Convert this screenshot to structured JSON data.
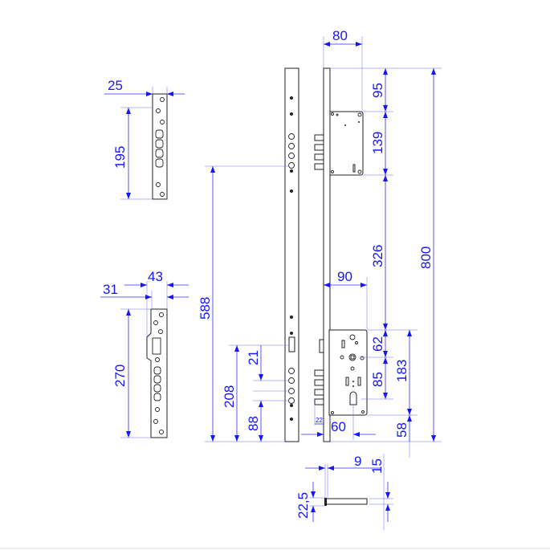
{
  "drawing": {
    "title": "Multipoint mortise lock technical drawing",
    "dimension_color": "#1515ff",
    "upper_strike": {
      "width": "25",
      "height": "195"
    },
    "lower_strike": {
      "offset": "31",
      "width": "43",
      "height": "270"
    },
    "rod": {
      "height_to_hole": "588",
      "lower_height": "208",
      "slot": "21",
      "lower_gap": "88"
    },
    "lock": {
      "backset_top": "80",
      "top_offset": "95",
      "top_case_height": "139",
      "between_cases": "326",
      "total_height": "800",
      "backset_bottom": "90",
      "to_spindle": "62",
      "spindle_to_cylinder": "85",
      "case_height": "183",
      "bottom_offset": "58",
      "cylinder_backset": "60",
      "bolt_throw": "22"
    },
    "faceplate": {
      "thickness": "9",
      "depth": "15",
      "height": "22,5"
    }
  }
}
